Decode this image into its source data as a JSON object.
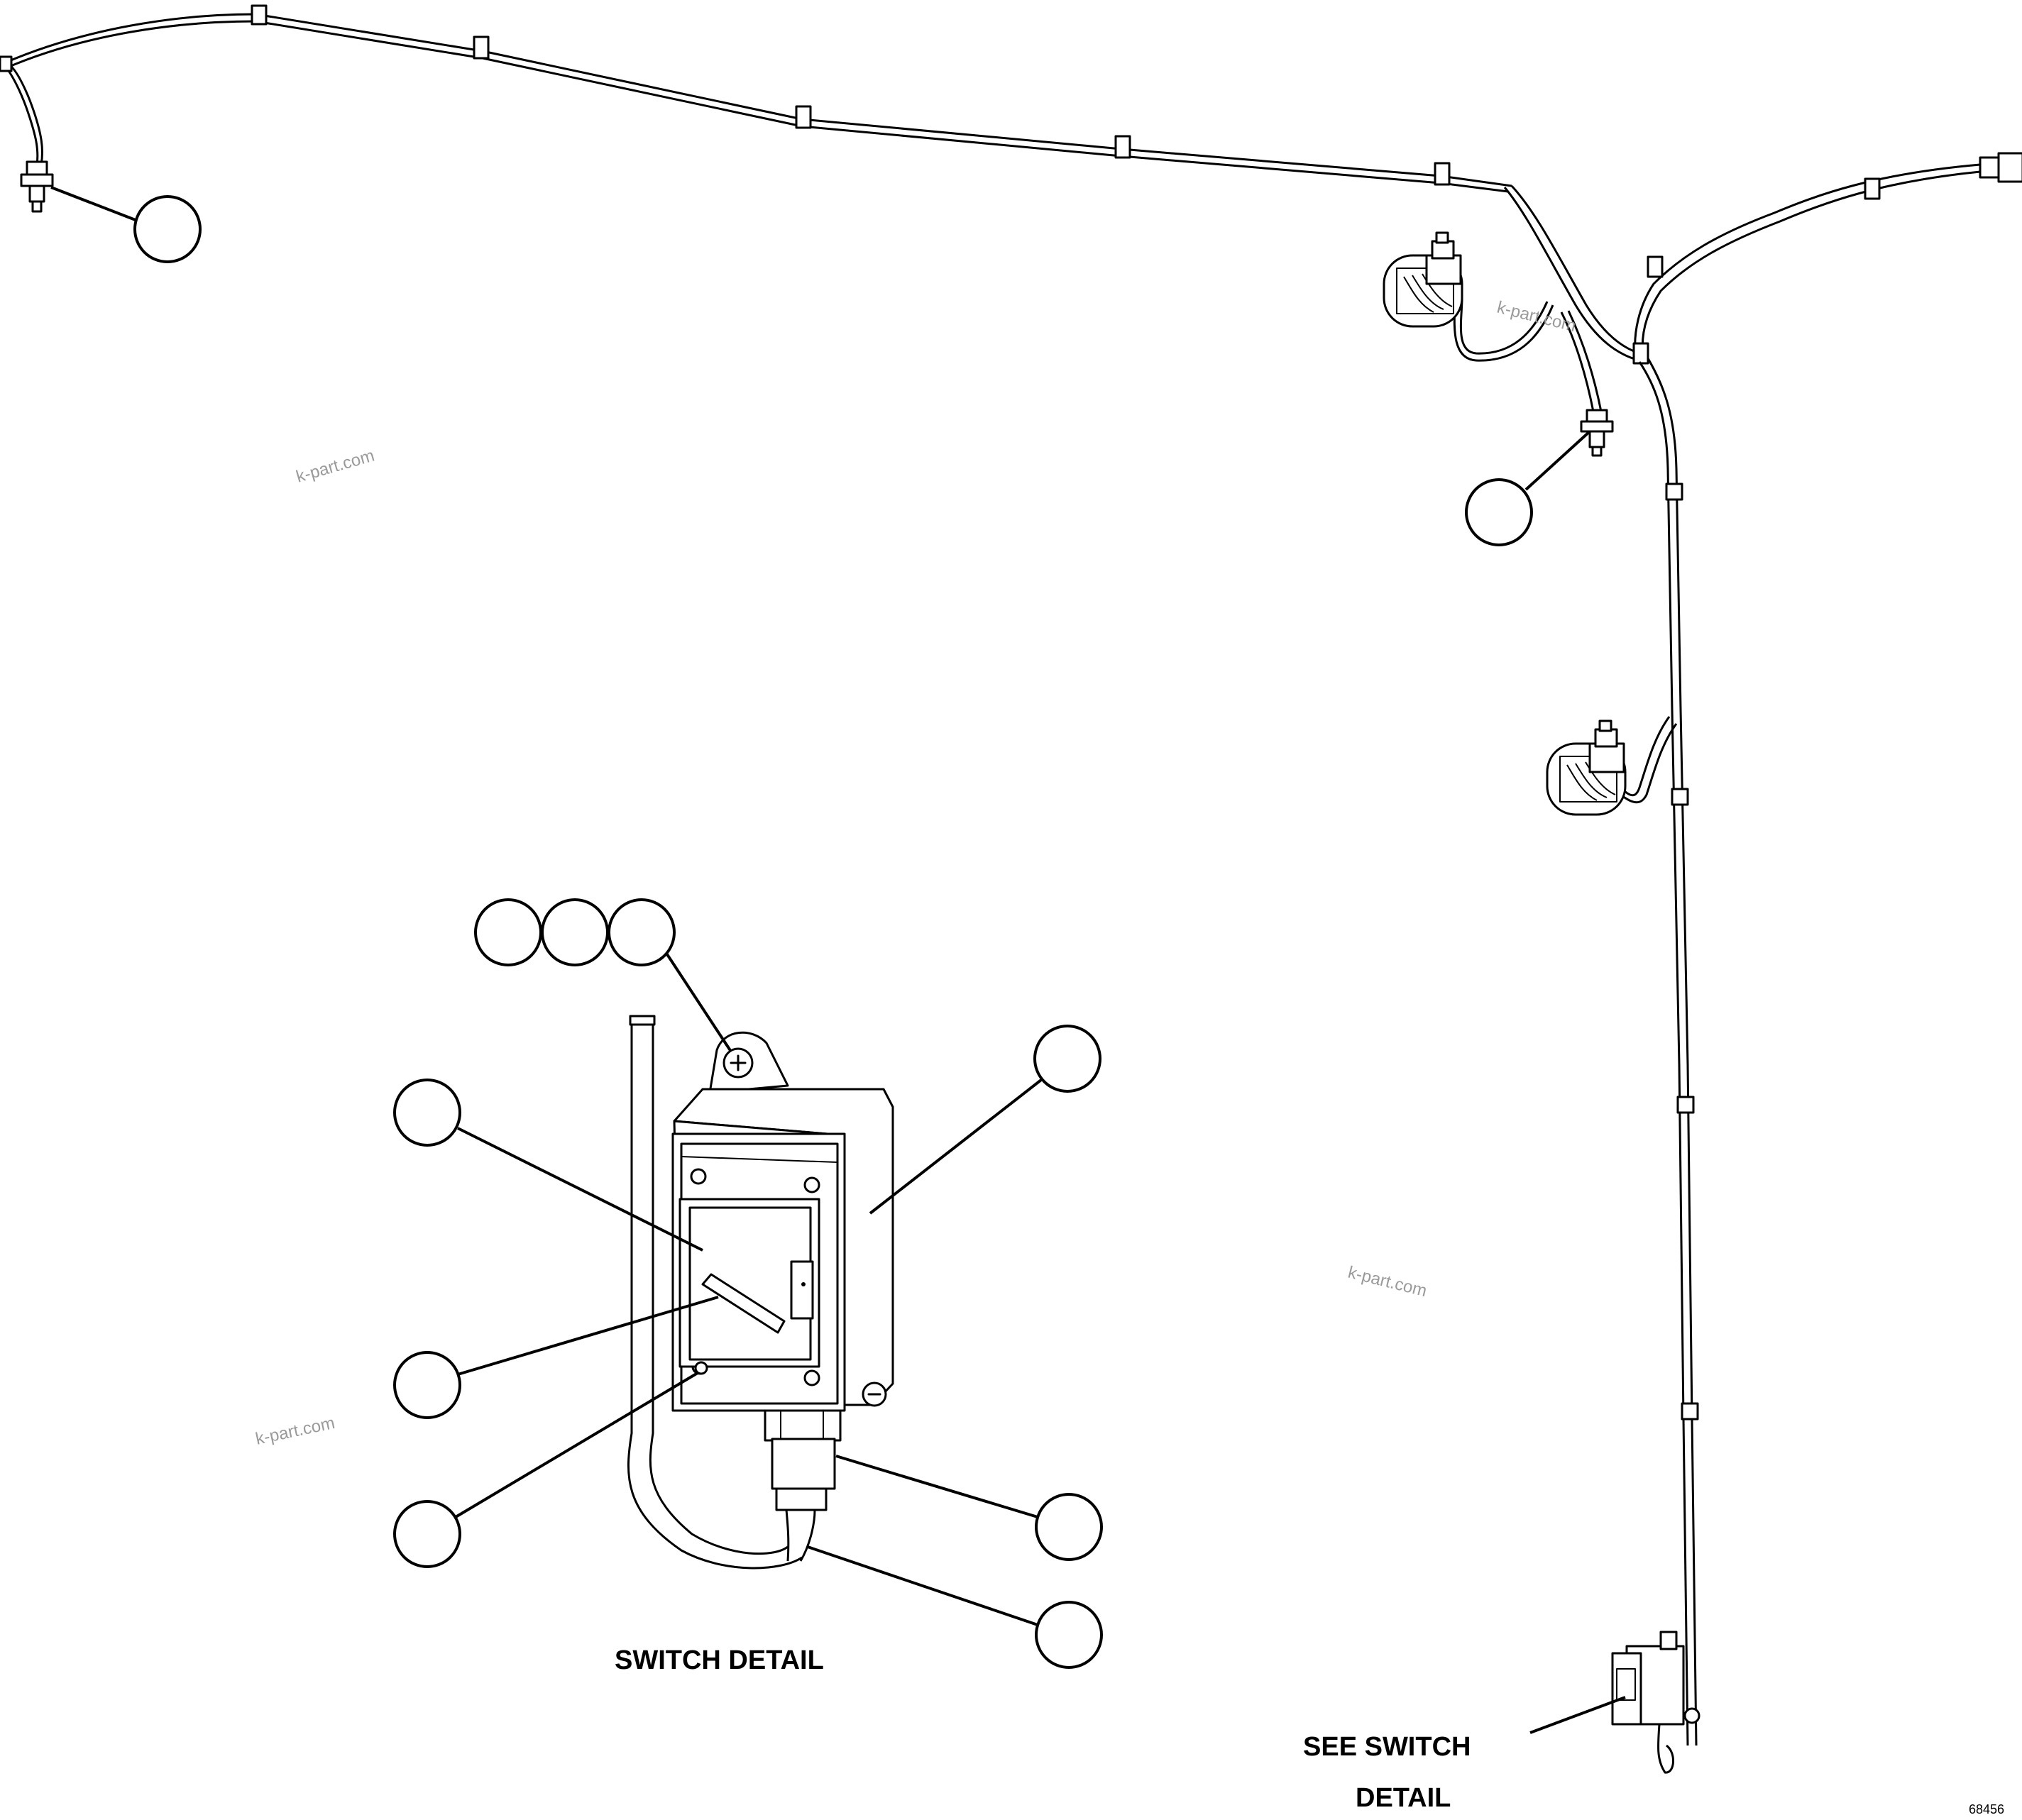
{
  "labels": {
    "switch_detail": "SWITCH DETAIL",
    "see_switch_line1": "SEE SWITCH",
    "see_switch_line2": "DETAIL",
    "drawing_number": "68456"
  },
  "watermark": "k-part.com",
  "colors": {
    "ink": "#000000",
    "background": "#ffffff",
    "watermark": "#9a9a9a"
  },
  "icons": {
    "clip": "wire-clip-icon",
    "connector": "connector-icon",
    "lamp": "work-lamp-icon",
    "switch": "switch-box-icon",
    "screw": "screw-icon"
  }
}
